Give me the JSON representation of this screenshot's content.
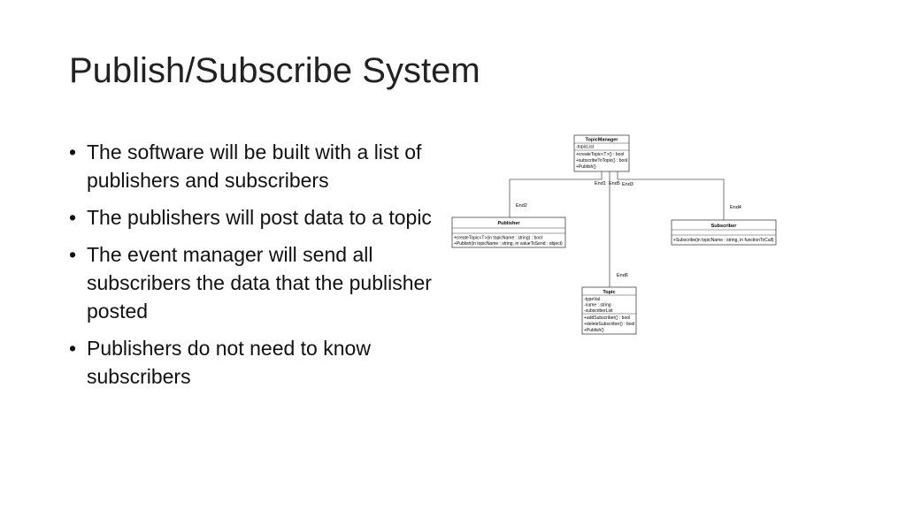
{
  "slide": {
    "title": "Publish/Subscribe System",
    "bullets": [
      "The software will be built with a list of publishers and subscribers",
      "The publishers will post data to a topic",
      "The event manager will send all subscribers the data that the publisher posted",
      "Publishers do not need to know subscribers"
    ]
  },
  "diagram": {
    "classes": {
      "topic_manager": {
        "name": "TopicManager",
        "attributes": [
          "-topicList"
        ],
        "operations": [
          "+createTopic<T>() : bool",
          "+subscribeToTopic() : bool",
          "+Publish()"
        ]
      },
      "publisher": {
        "name": "Publisher",
        "attributes": [],
        "operations": [
          "+createTopic<T>(in topicName : string) : bool",
          "+Publish(in topicName : string, in valueToSend : object)"
        ]
      },
      "subscriber": {
        "name": "Subscriber",
        "attributes": [],
        "operations": [
          "+Subscribe(in topicName : string, in functionToCall)"
        ]
      },
      "topic": {
        "name": "Topic",
        "attributes": [
          "-typeVal",
          "-name : string",
          "-subscriberList"
        ],
        "operations": [
          "+addSubscriber() : bool",
          "+deleteSubscriber() : bool",
          "+Publish()"
        ]
      }
    },
    "end_labels": {
      "end1": "End1",
      "end2": "End2",
      "end3": "End3",
      "end4": "End4",
      "end5": "End5",
      "end6": "End6"
    }
  }
}
